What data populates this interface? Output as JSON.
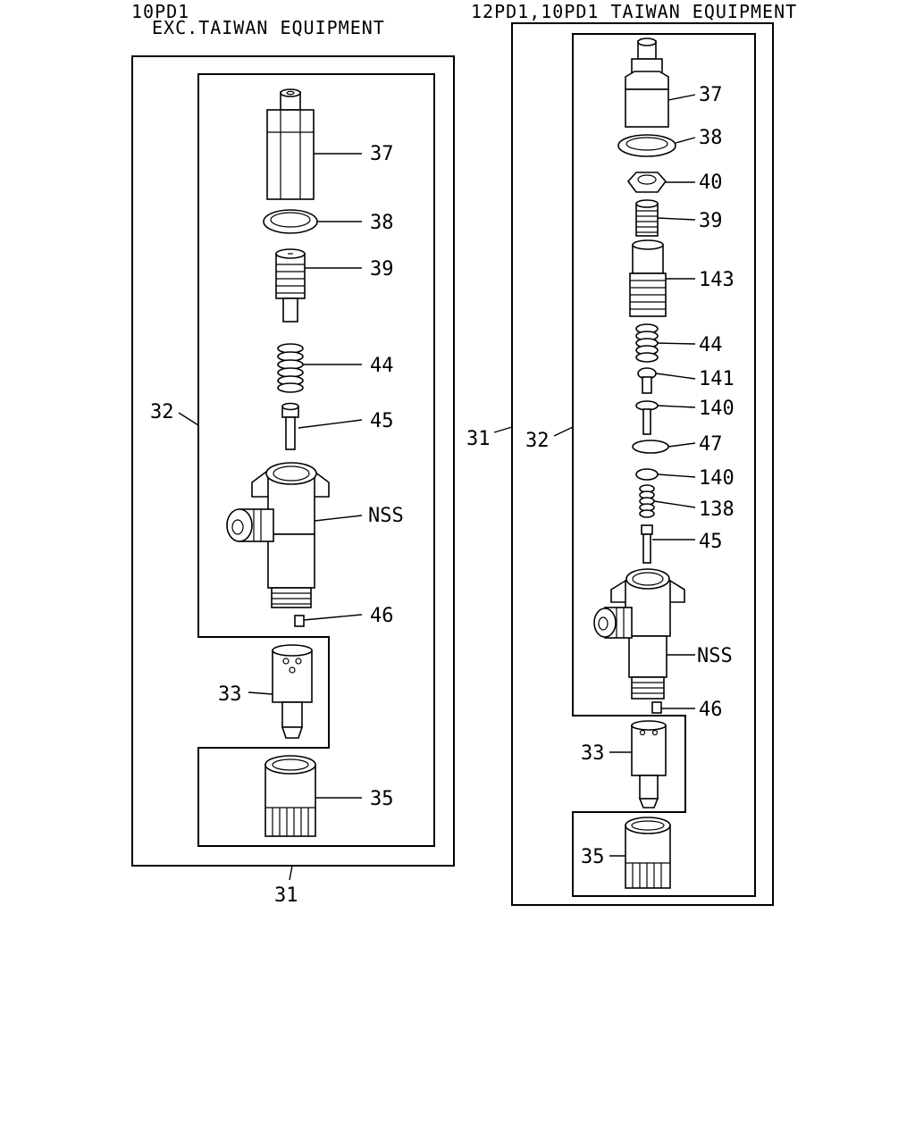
{
  "left_panel": {
    "header_line1": "10PD1",
    "header_line2": "EXC.TAIWAN EQUIPMENT",
    "labels": {
      "p37": "37",
      "p38": "38",
      "p39": "39",
      "p44": "44",
      "p45": "45",
      "nss": "NSS",
      "p46": "46",
      "p32": "32",
      "p33": "33",
      "p35": "35",
      "p31": "31"
    }
  },
  "right_panel": {
    "header": "12PD1,10PD1 TAIWAN EQUIPMENT",
    "labels": {
      "p37": "37",
      "p38": "38",
      "p40": "40",
      "p39": "39",
      "p143": "143",
      "p44": "44",
      "p141": "141",
      "p140a": "140",
      "p47": "47",
      "p140b": "140",
      "p138": "138",
      "p45": "45",
      "nss": "NSS",
      "p46": "46",
      "p31": "31",
      "p32": "32",
      "p33": "33",
      "p35": "35"
    }
  }
}
